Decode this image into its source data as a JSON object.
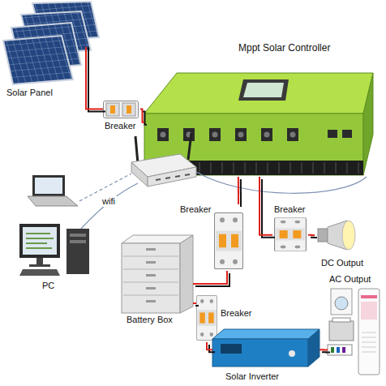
{
  "diagram": {
    "nodes": [
      {
        "text": [
          "Solar Panel"
        ]
      },
      {
        "text": [
          "Breaker"
        ]
      },
      {
        "text": [
          "Mppt Solar Controller"
        ]
      },
      {
        "text": [
          "Breaker"
        ]
      },
      {
        "text": [
          "Battery Box"
        ]
      },
      {
        "text": [
          "Breaker"
        ]
      },
      {
        "text": [
          "Solar Inverter"
        ]
      },
      {
        "text": [
          "AC Output"
        ]
      },
      {
        "text": [
          "Breaker"
        ]
      },
      {
        "text": [
          "DC Output"
        ]
      },
      {
        "text": [
          "PC"
        ]
      }
    ],
    "edges": [
      {
        "from": 0,
        "to": 1,
        "arrow": "none"
      },
      {
        "from": 1,
        "to": 2,
        "arrow": "none"
      },
      {
        "from": 2,
        "to": 3,
        "arrow": "none"
      },
      {
        "from": 3,
        "to": 4,
        "arrow": "none"
      },
      {
        "from": 4,
        "to": 5,
        "arrow": "none"
      },
      {
        "from": 5,
        "to": 6,
        "arrow": "none"
      },
      {
        "from": 6,
        "to": 7,
        "arrow": "none"
      },
      {
        "from": 2,
        "to": 8,
        "arrow": "none"
      },
      {
        "from": 8,
        "to": 9,
        "arrow": "none"
      }
    ],
    "labels": [
      "wifi"
    ]
  }
}
